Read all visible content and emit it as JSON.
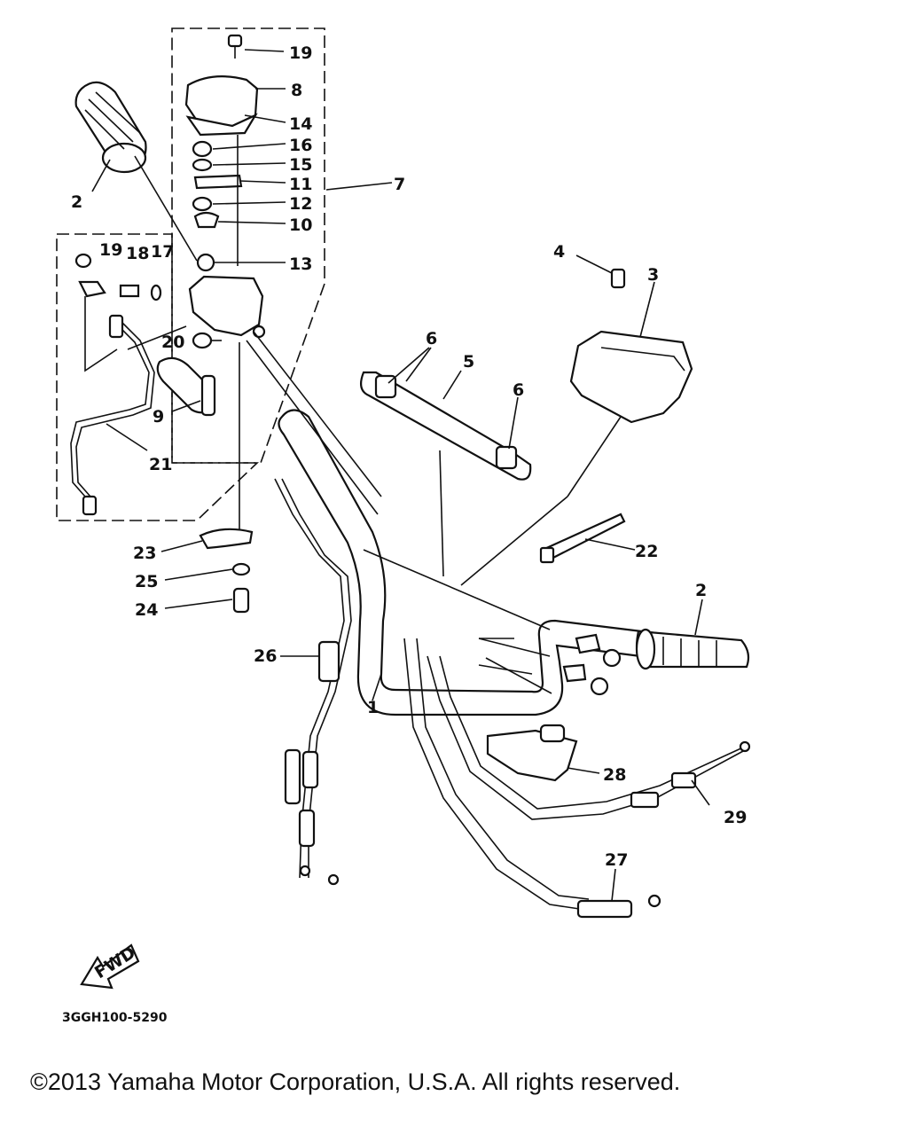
{
  "diagram": {
    "part_numbers": {
      "p1": "1",
      "p2a": "2",
      "p2b": "2",
      "p3": "3",
      "p4": "4",
      "p5": "5",
      "p6a": "6",
      "p6b": "6",
      "p7": "7",
      "p8": "8",
      "p9": "9",
      "p10": "10",
      "p11": "11",
      "p12": "12",
      "p13": "13",
      "p14": "14",
      "p15": "15",
      "p16": "16",
      "p17": "17",
      "p18": "18",
      "p19a": "19",
      "p19b": "19",
      "p20": "20",
      "p21": "21",
      "p22": "22",
      "p23": "23",
      "p24": "24",
      "p25": "25",
      "p26": "26",
      "p27": "27",
      "p28": "28",
      "p29": "29"
    },
    "fwd_label": "FWD",
    "diagram_code": "3GGH100-5290"
  },
  "footer": {
    "copyright": "©2013 Yamaha Motor Corporation, U.S.A. All rights reserved."
  }
}
